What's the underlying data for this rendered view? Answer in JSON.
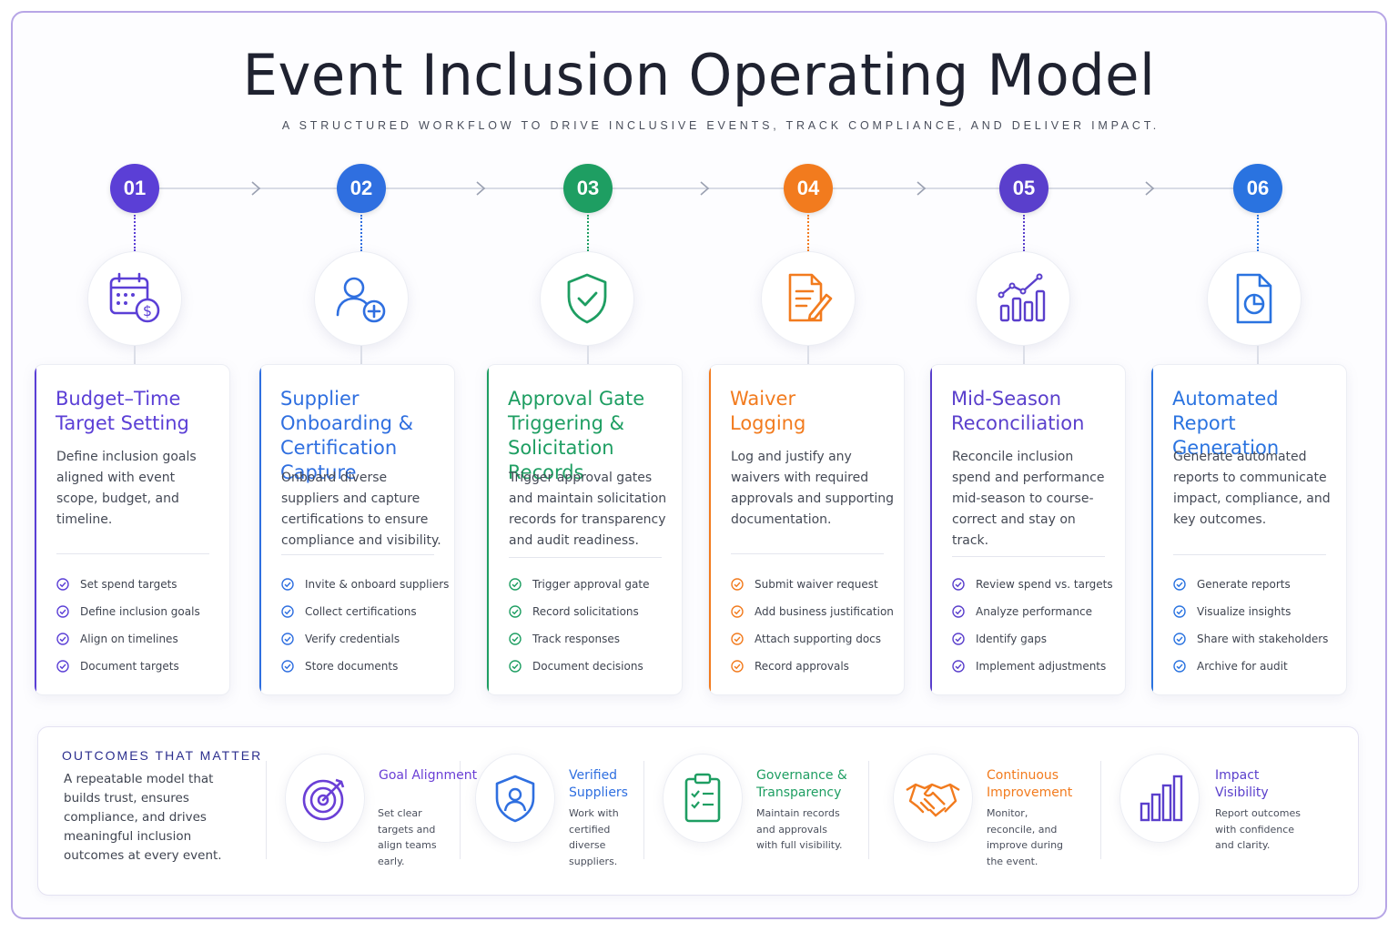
{
  "title": "Event Inclusion Operating Model",
  "subtitle": "A structured workflow to drive inclusive events, track compliance, and deliver impact.",
  "colors": {
    "s1": "#5b3fd6",
    "s2": "#2f6fe0",
    "s3": "#1e9e62",
    "s4": "#f27b1e",
    "s5": "#5a3fcc",
    "s6": "#2a73e0"
  },
  "steps": [
    {
      "num": "01",
      "icon": "calendar-dollar-icon",
      "title": "Budget–Time\nTarget Setting",
      "desc": "Define inclusion goals aligned with event scope, budget, and timeline.",
      "items": [
        "Set spend targets",
        "Define inclusion goals",
        "Align on timelines",
        "Document targets"
      ]
    },
    {
      "num": "02",
      "icon": "user-add-icon",
      "title": "Supplier Onboarding & Certification Capture",
      "desc": "Onboard diverse suppliers and capture certifications to ensure compliance and visibility.",
      "items": [
        "Invite & onboard suppliers",
        "Collect certifications",
        "Verify credentials",
        "Store documents"
      ]
    },
    {
      "num": "03",
      "icon": "shield-check-icon",
      "title": "Approval Gate Triggering & Solicitation Records",
      "desc": "Trigger approval gates and maintain solicitation records for transparency and audit readiness.",
      "items": [
        "Trigger approval gate",
        "Record solicitations",
        "Track responses",
        "Document decisions"
      ]
    },
    {
      "num": "04",
      "icon": "document-edit-icon",
      "title": "Waiver\nLogging",
      "desc": "Log and justify any waivers with required approvals and supporting documentation.",
      "items": [
        "Submit waiver request",
        "Add business justification",
        "Attach supporting docs",
        "Record approvals"
      ]
    },
    {
      "num": "05",
      "icon": "chart-trend-icon",
      "title": "Mid-Season\nReconciliation",
      "desc": "Reconcile inclusion spend and performance mid-season to course-correct and stay on track.",
      "items": [
        "Review spend vs. targets",
        "Analyze performance",
        "Identify gaps",
        "Implement adjustments"
      ]
    },
    {
      "num": "06",
      "icon": "report-pie-icon",
      "title": "Automated Report Generation",
      "desc": "Generate automated reports to communicate impact, compliance, and key outcomes.",
      "items": [
        "Generate reports",
        "Visualize insights",
        "Share with stakeholders",
        "Archive for audit"
      ]
    }
  ],
  "outcomes": {
    "heading": "OUTCOMES THAT MATTER",
    "desc": "A repeatable model that builds trust, ensures compliance, and drives meaningful inclusion outcomes at every event.",
    "items": [
      {
        "icon": "target-icon",
        "title": "Goal Alignment",
        "text": "Set clear targets and align teams early."
      },
      {
        "icon": "shield-user-icon",
        "title": "Verified Suppliers",
        "text": "Work with certified diverse suppliers."
      },
      {
        "icon": "clipboard-check-icon",
        "title": "Governance & Transparency",
        "text": "Maintain records and approvals with full visibility."
      },
      {
        "icon": "handshake-icon",
        "title": "Continuous Improvement",
        "text": "Monitor, reconcile, and improve during the event."
      },
      {
        "icon": "bar-chart-icon",
        "title": "Impact Visibility",
        "text": "Report outcomes with confidence and clarity."
      }
    ]
  }
}
